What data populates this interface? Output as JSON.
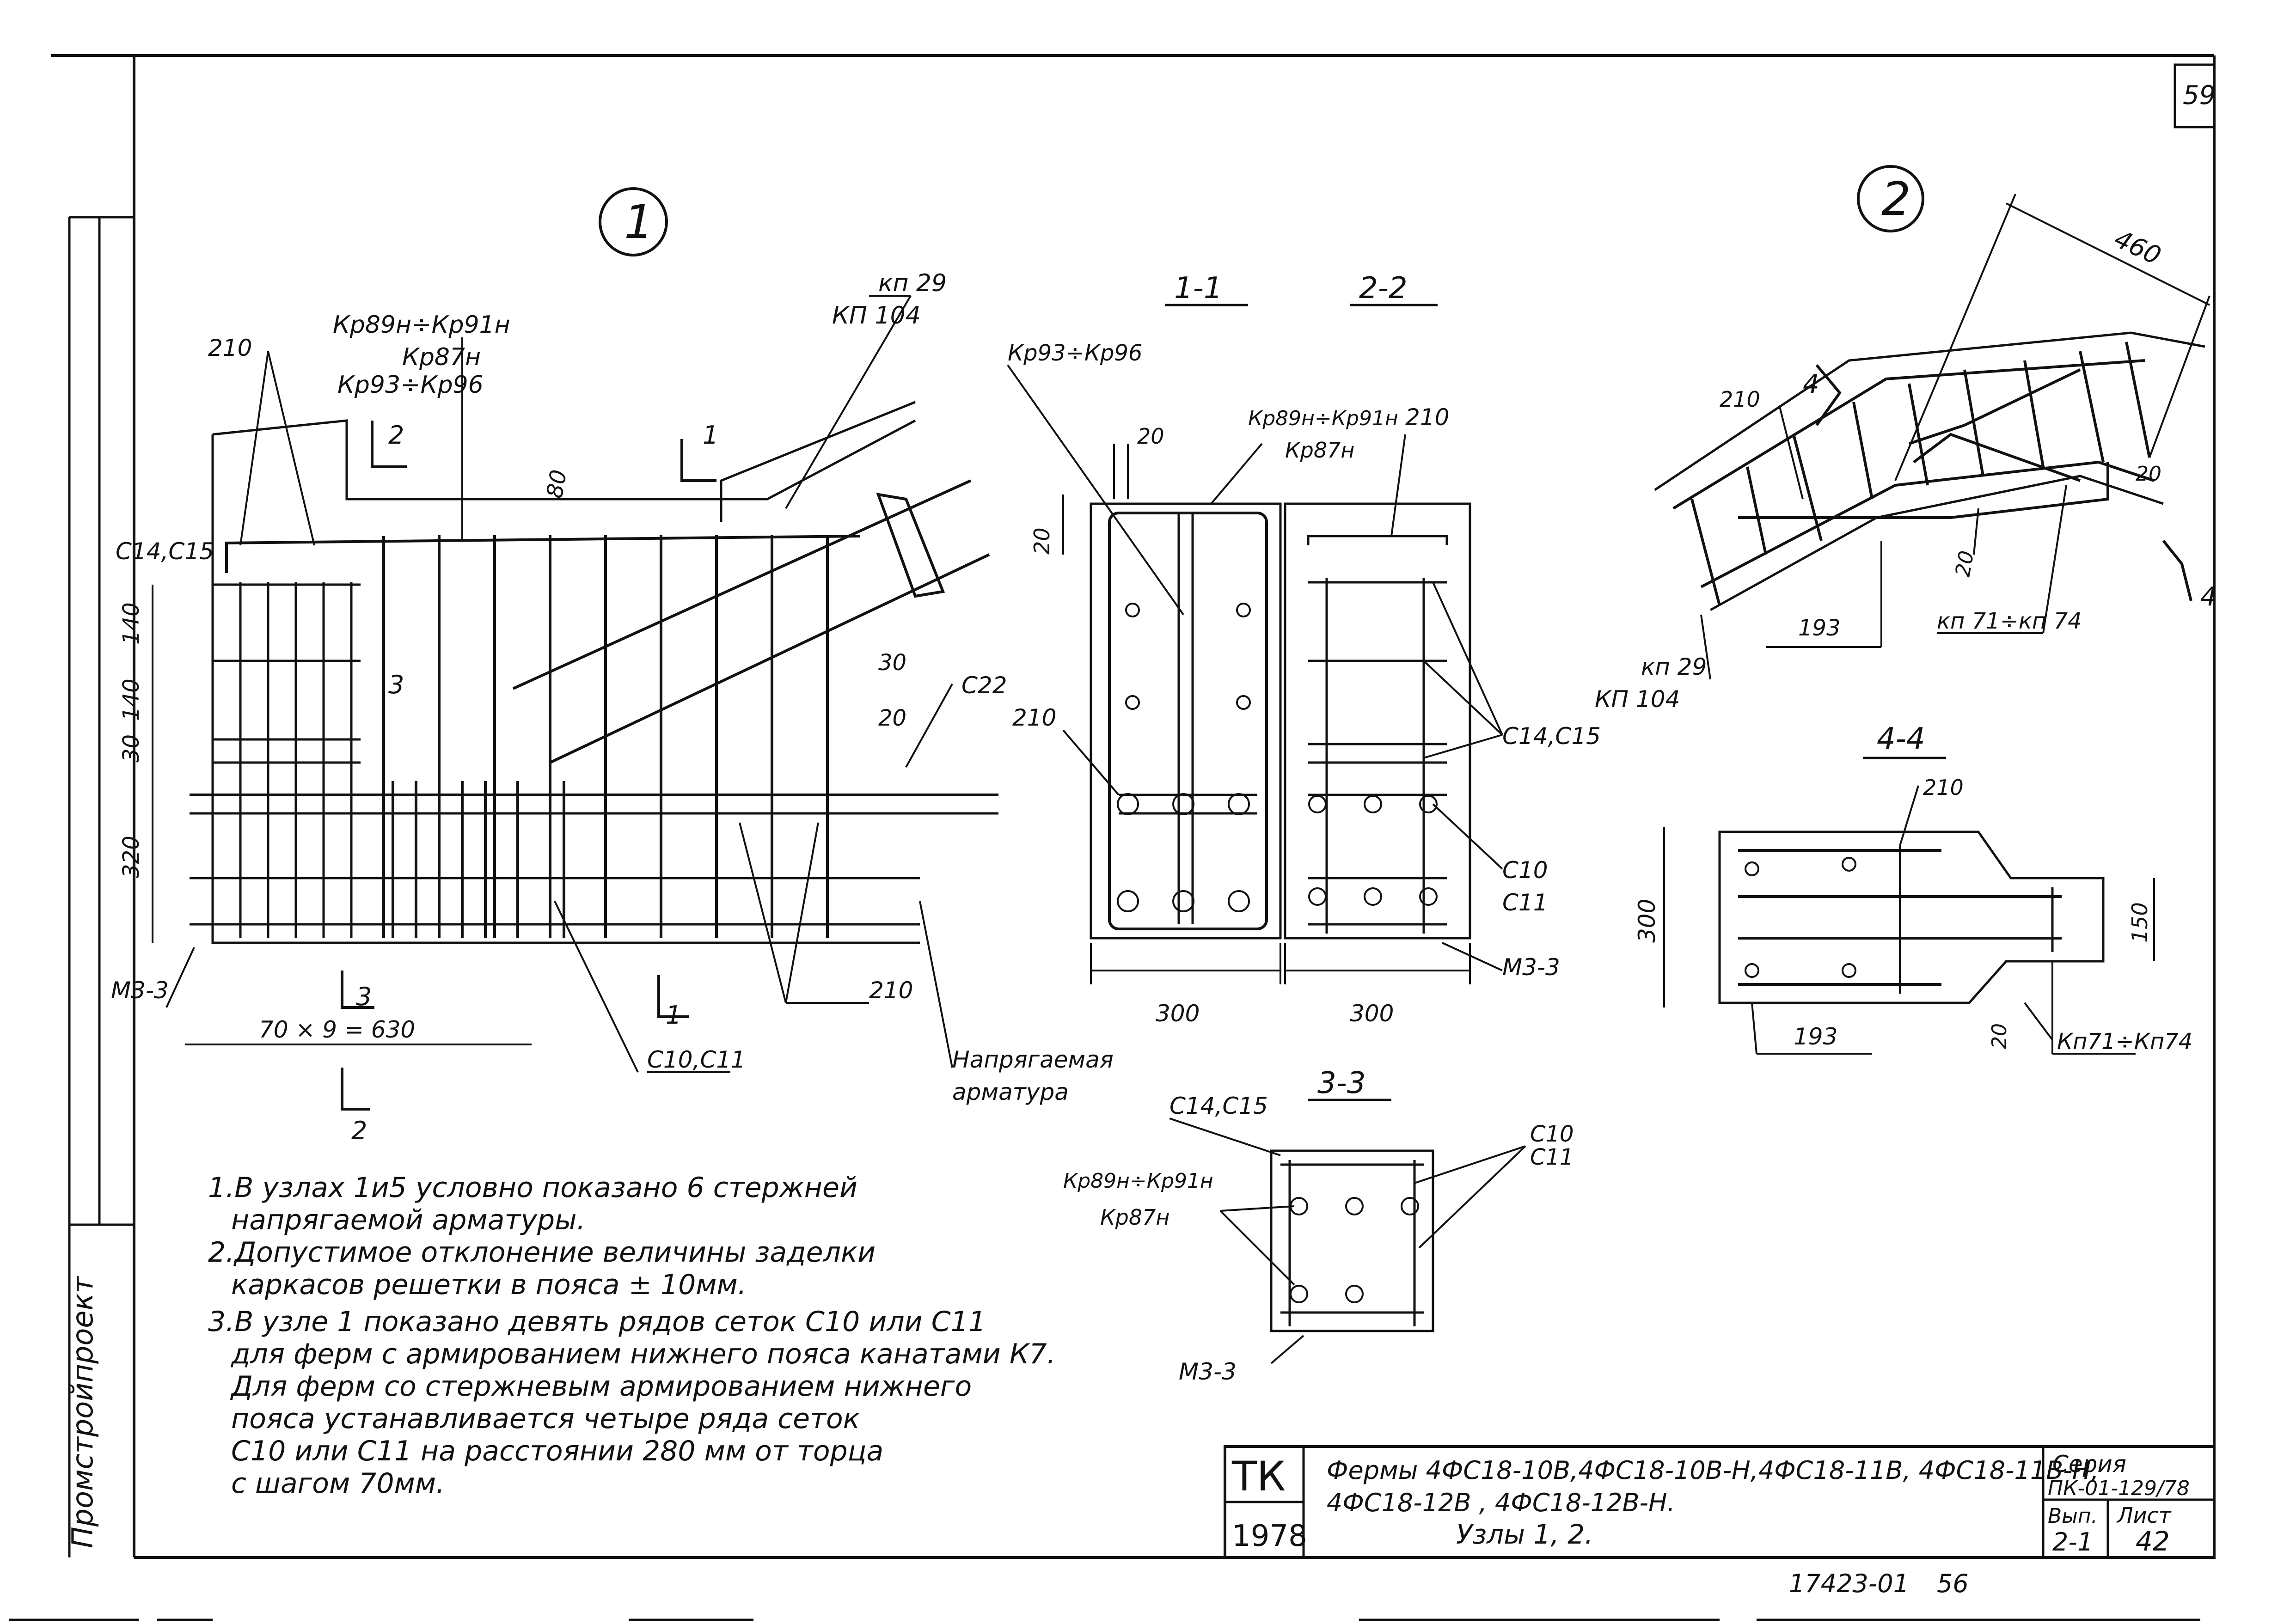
{
  "page_number": "59",
  "page_number_bottom": "56",
  "inventory_number": "17423-01",
  "side_stamp": "Промстройпроект",
  "nodes": {
    "node1": "1",
    "node2": "2"
  },
  "sections": {
    "s11": "1-1",
    "s22": "2-2",
    "s33": "3-3",
    "s44": "4-4",
    "cut1": "1",
    "cut2": "2",
    "cut3": "3",
    "cut4": "4"
  },
  "labels": {
    "kr89_91": "Кр89н÷Кр91н",
    "kr87": "Кр87н",
    "kr93_96": "Кр93÷Кр96",
    "kp29": "кп 29",
    "kp104": "КП 104",
    "s210": "210",
    "c14_c15": "С14,С15",
    "c22": "С22",
    "c10_c11": "С10,С11",
    "c10": "С10",
    "c11": "С11",
    "m33": "М3-3",
    "prestressed_1": "Напрягаемая",
    "prestressed_2": "арматура",
    "kp71_74": "кп 71÷кп 74",
    "kp71_74b": "Кп71÷Кп74"
  },
  "dimensions": {
    "d80": "80",
    "d140a": "140",
    "d140b": "140",
    "d30": "30",
    "d320": "320",
    "d70x9": "70 × 9  =  630",
    "d20a": "20",
    "d20b": "20",
    "d20c": "20",
    "d30b": "30",
    "d300a": "300",
    "d300b": "300",
    "d460": "460",
    "d193a": "193",
    "d193b": "193",
    "d20d": "20",
    "d20e": "20",
    "d300c": "300",
    "d150": "150",
    "d20f": "20"
  },
  "notes": [
    "1.В узлах 1и5 условно показано 6 стержней",
    "напрягаемой арматуры.",
    "2.Допустимое отклонение величины заделки",
    "каркасов решетки в пояса ± 10мм.",
    "3.В узле 1 показано девять рядов сеток С10 или С11",
    "для ферм с армированием нижнего пояса канатами К7.",
    "Для ферм со стержневым армированием нижнего",
    "пояса устанавливается четыре ряда сеток",
    "С10 или С11 на расстоянии 280 мм от торца",
    "с шагом 70мм."
  ],
  "title_block": {
    "code": "ТК",
    "year": "1978",
    "title_line1": "Фермы 4ФС18-10В,4ФС18-10В-Н,4ФС18-11В, 4ФС18-11В-Н,",
    "title_line2": "4ФС18-12В , 4ФС18-12В-Н.",
    "title_line3": "Узлы 1, 2.",
    "series_label": "Серия",
    "series_value": "ПК-01-129/78",
    "issue_label": "Вып.",
    "issue_value": "2-1",
    "sheet_label": "Лист",
    "sheet_value": "42"
  }
}
